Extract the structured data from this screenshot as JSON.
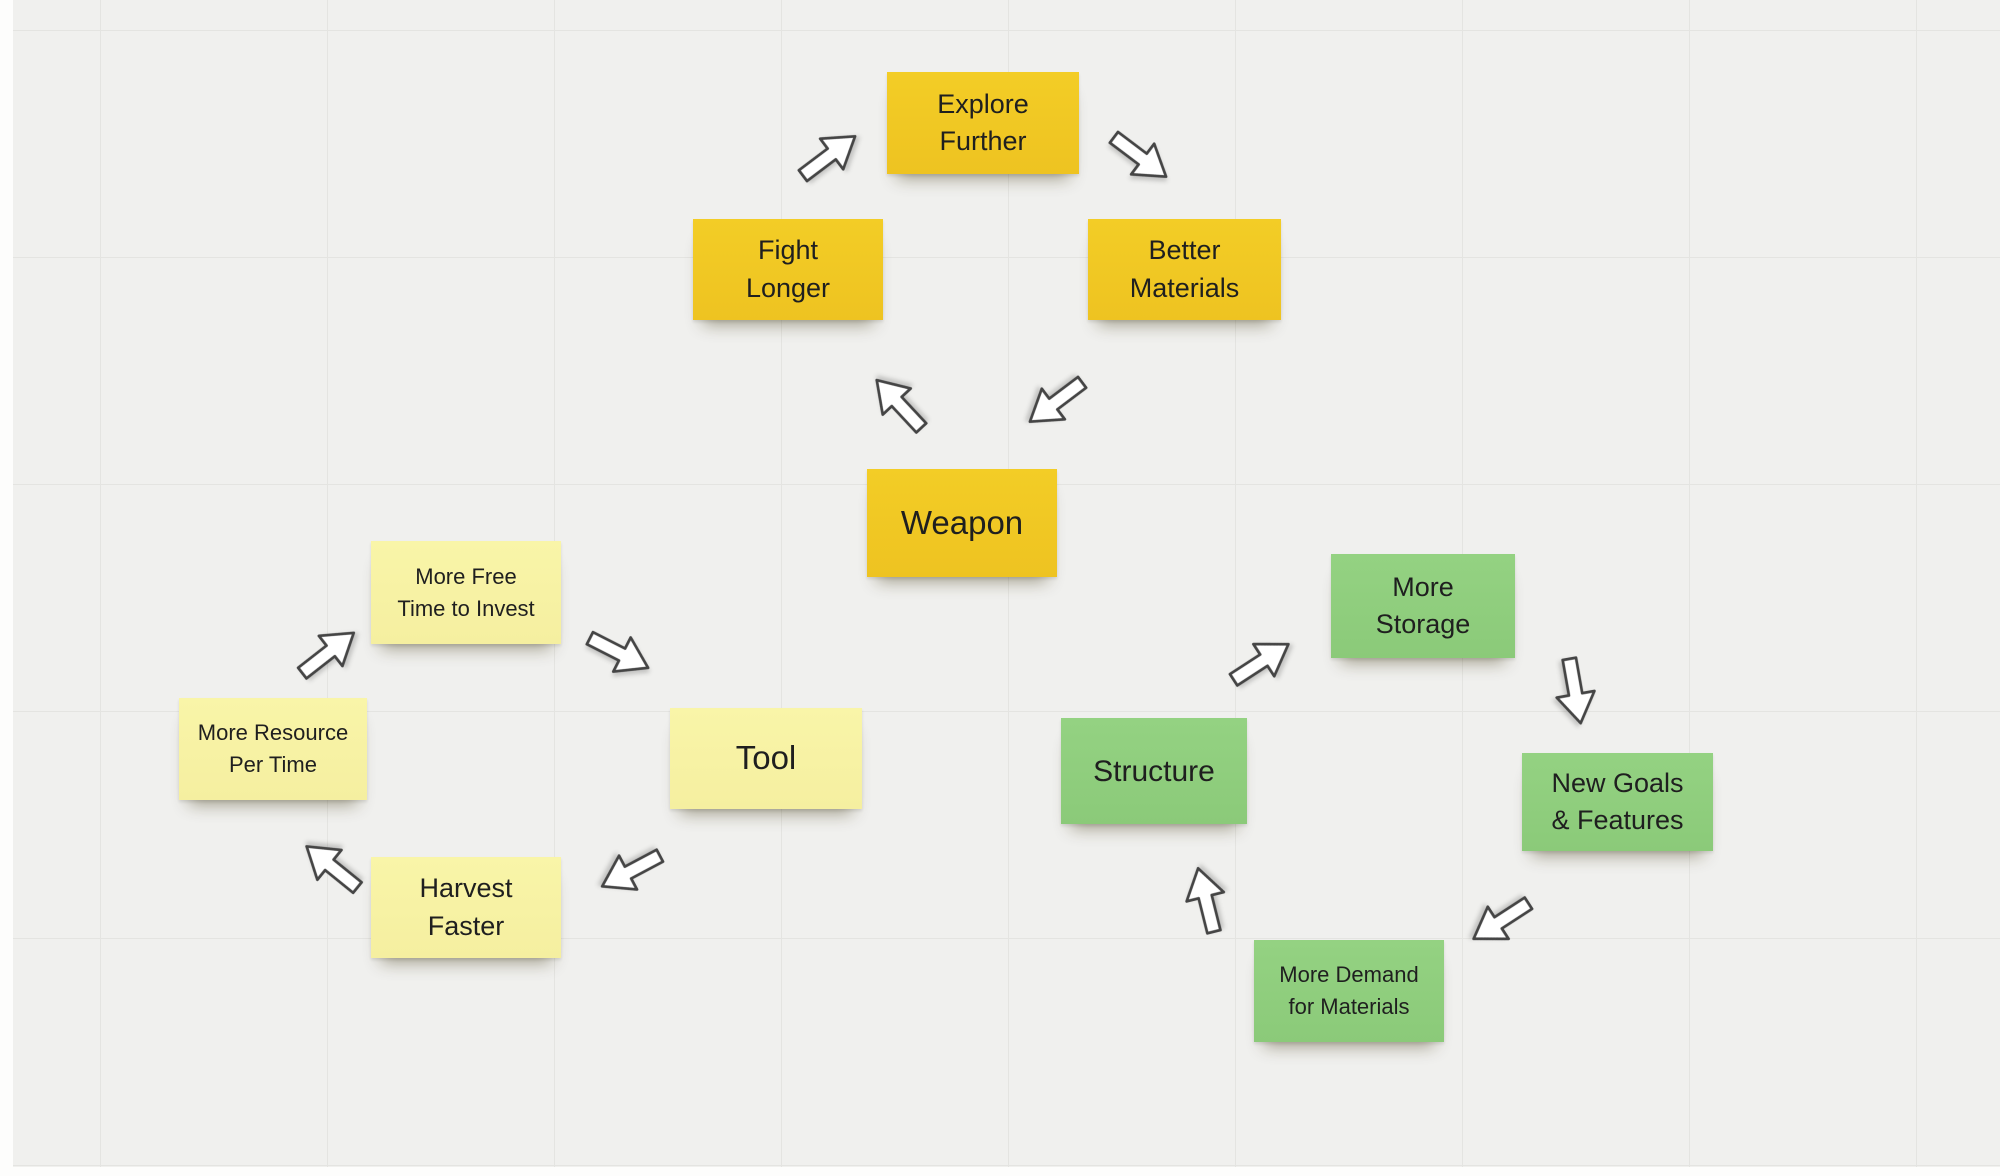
{
  "board": {
    "background_color": "#f0f0ee",
    "grid_color": "#e4e4e1",
    "edge_color": "#fdfdfc"
  },
  "palette": {
    "gold_note": "#f0c824",
    "yellow_note": "#f7f3a4",
    "green_note": "#8fce7e",
    "arrow_fill": "#ffffff",
    "arrow_outline": "#454545",
    "note_text": "#1f1f1f"
  },
  "notes": [
    {
      "id": "weapon",
      "label": "Weapon",
      "color": "gold"
    },
    {
      "id": "fight-longer",
      "label": "Fight\nLonger",
      "color": "gold"
    },
    {
      "id": "explore-further",
      "label": "Explore\nFurther",
      "color": "gold"
    },
    {
      "id": "better-materials",
      "label": "Better\nMaterials",
      "color": "gold"
    },
    {
      "id": "tool",
      "label": "Tool",
      "color": "yellow"
    },
    {
      "id": "more-free-time",
      "label": "More Free\nTime to Invest",
      "color": "yellow"
    },
    {
      "id": "more-resource",
      "label": "More Resource\nPer Time",
      "color": "yellow"
    },
    {
      "id": "harvest-faster",
      "label": "Harvest\nFaster",
      "color": "yellow"
    },
    {
      "id": "structure",
      "label": "Structure",
      "color": "green"
    },
    {
      "id": "more-storage",
      "label": "More\nStorage",
      "color": "green"
    },
    {
      "id": "new-goals",
      "label": "New Goals\n& Features",
      "color": "green"
    },
    {
      "id": "more-demand",
      "label": "More Demand\nfor Materials",
      "color": "green"
    }
  ],
  "arrows": [
    {
      "id": "weapon-to-fight-longer",
      "from": "Weapon",
      "to": "Fight Longer"
    },
    {
      "id": "fight-longer-to-explore",
      "from": "Fight Longer",
      "to": "Explore Further"
    },
    {
      "id": "explore-to-better-materials",
      "from": "Explore Further",
      "to": "Better Materials"
    },
    {
      "id": "better-materials-to-weapon",
      "from": "Better Materials",
      "to": "Weapon"
    },
    {
      "id": "more-free-time-to-tool",
      "from": "More Free Time to Invest",
      "to": "Tool"
    },
    {
      "id": "tool-to-harvest-faster",
      "from": "Tool",
      "to": "Harvest Faster"
    },
    {
      "id": "harvest-to-more-resource",
      "from": "Harvest Faster",
      "to": "More Resource Per Time"
    },
    {
      "id": "more-resource-to-free-time",
      "from": "More Resource Per Time",
      "to": "More Free Time to Invest"
    },
    {
      "id": "structure-to-more-storage",
      "from": "Structure",
      "to": "More Storage"
    },
    {
      "id": "more-storage-to-new-goals",
      "from": "More Storage",
      "to": "New Goals & Features"
    },
    {
      "id": "new-goals-to-more-demand",
      "from": "New Goals & Features",
      "to": "More Demand for Materials"
    },
    {
      "id": "more-demand-to-structure",
      "from": "More Demand for Materials",
      "to": "Structure"
    }
  ]
}
